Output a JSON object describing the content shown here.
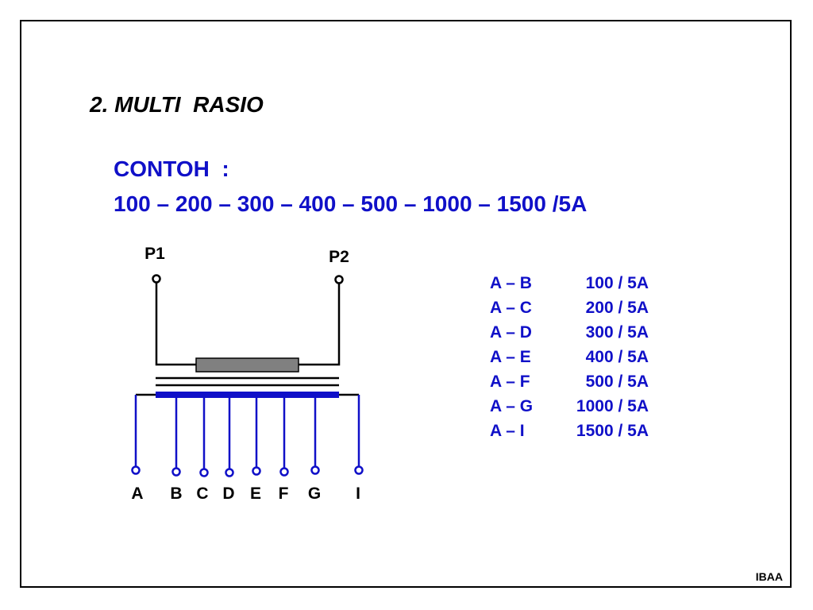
{
  "slide": {
    "heading": "2. MULTI  RASIO",
    "example_label": "CONTOH  :",
    "example_values": "100 – 200 – 300 – 400 – 500 – 1000 – 1500 /5A",
    "footer": "IBAA"
  },
  "diagram": {
    "primary_terminals": [
      "P1",
      "P2"
    ],
    "secondary_taps": [
      "A",
      "B",
      "C",
      "D",
      "E",
      "F",
      "G",
      "I"
    ],
    "colors": {
      "primary": "#000000",
      "secondary": "#1010c8",
      "core": "#808080"
    }
  },
  "ratios": [
    {
      "pair": "A – B",
      "value": "100 / 5A"
    },
    {
      "pair": "A – C",
      "value": "200 / 5A"
    },
    {
      "pair": "A – D",
      "value": "300 / 5A"
    },
    {
      "pair": "A – E",
      "value": "400 / 5A"
    },
    {
      "pair": "A – F",
      "value": "500 / 5A"
    },
    {
      "pair": "A – G",
      "value": "1000 / 5A"
    },
    {
      "pair": "A – I",
      "value": "1500 / 5A"
    }
  ]
}
